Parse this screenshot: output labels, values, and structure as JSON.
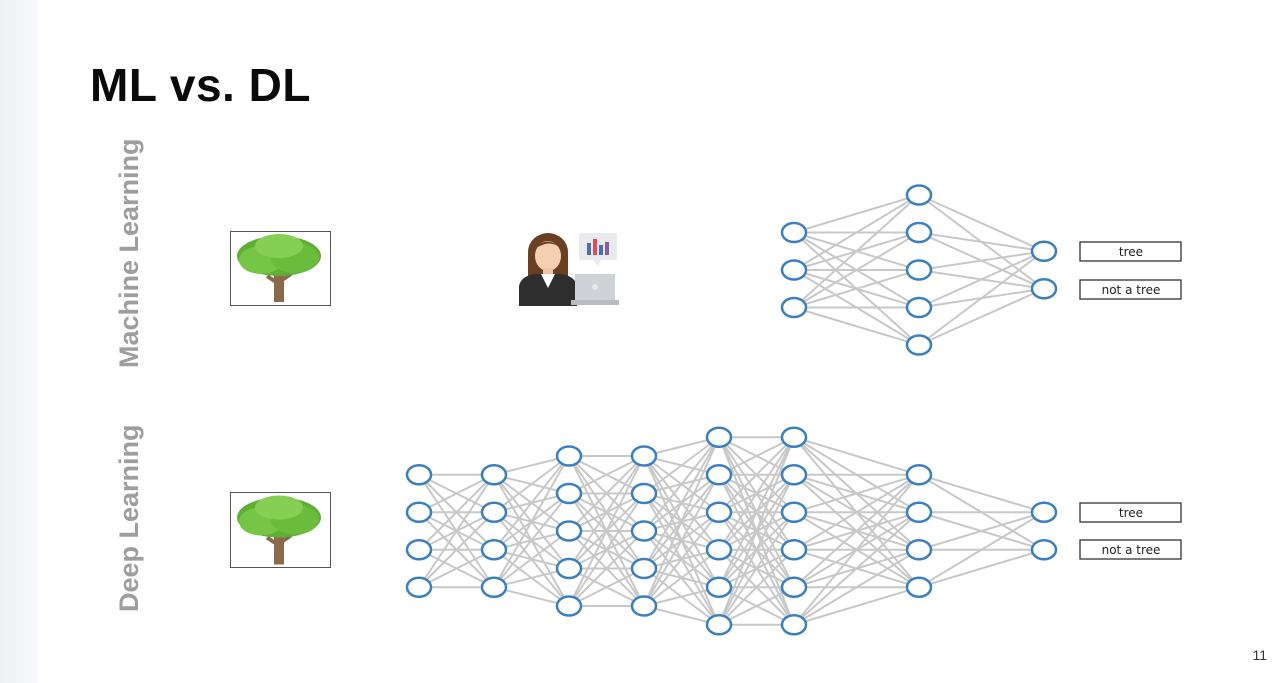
{
  "slide": {
    "title": "ML vs. DL",
    "page_number": "11"
  },
  "machine_learning": {
    "row_label": "Machine Learning",
    "input_image": "tree-icon",
    "feature_extractor": "person-with-laptop-icon",
    "network_layers": [
      3,
      5,
      2
    ],
    "outputs": [
      "tree",
      "not a tree"
    ]
  },
  "deep_learning": {
    "row_label": "Deep Learning",
    "input_image": "tree-icon",
    "network_layers": [
      4,
      4,
      5,
      5,
      6,
      6,
      4,
      2
    ],
    "outputs": [
      "tree",
      "not a tree"
    ]
  },
  "colors": {
    "node_stroke": "#3a7fc0",
    "edge": "#c8c8c8",
    "label_gray": "#9e9e9e",
    "tree_foliage": "#6fbf3f",
    "tree_trunk": "#8a6a4a"
  }
}
